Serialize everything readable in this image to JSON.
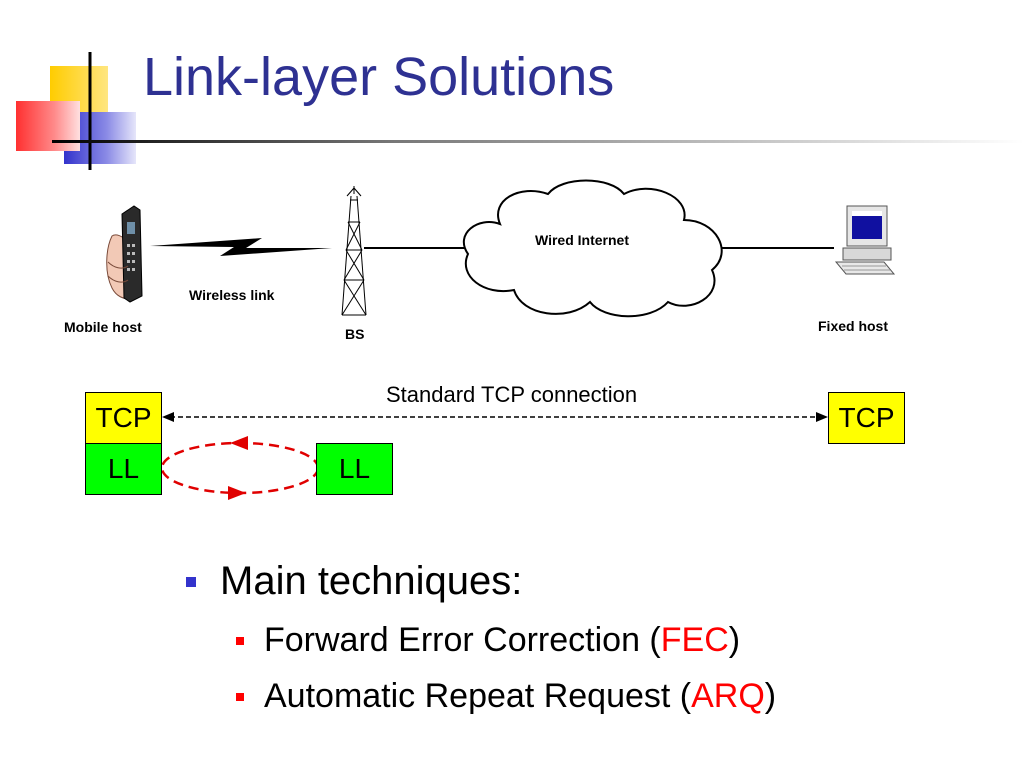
{
  "slide": {
    "title": "Link-layer Solutions"
  },
  "network": {
    "mobile_host_label": "Mobile host",
    "wireless_link_label": "Wireless link",
    "bs_label": "BS",
    "cloud_label": "Wired Internet",
    "fixed_host_label": "Fixed host"
  },
  "stack": {
    "connection_label": "Standard TCP connection",
    "left_tcp": "TCP",
    "left_ll": "LL",
    "middle_ll": "LL",
    "right_tcp": "TCP"
  },
  "bullets": {
    "main": "Main techniques:",
    "items": [
      {
        "prefix": "Forward Error Correction (",
        "highlight": "FEC",
        "suffix": ")"
      },
      {
        "prefix": "Automatic Repeat Request (",
        "highlight": "ARQ",
        "suffix": ")"
      }
    ]
  },
  "colors": {
    "title": "#2E3192",
    "tcp_box": "#FFFF00",
    "ll_box": "#00FF00",
    "arq_loop": "#E00000",
    "highlight": "#FF0000",
    "bullet_level1": "#3333CC",
    "bullet_level2": "#FF0000"
  }
}
